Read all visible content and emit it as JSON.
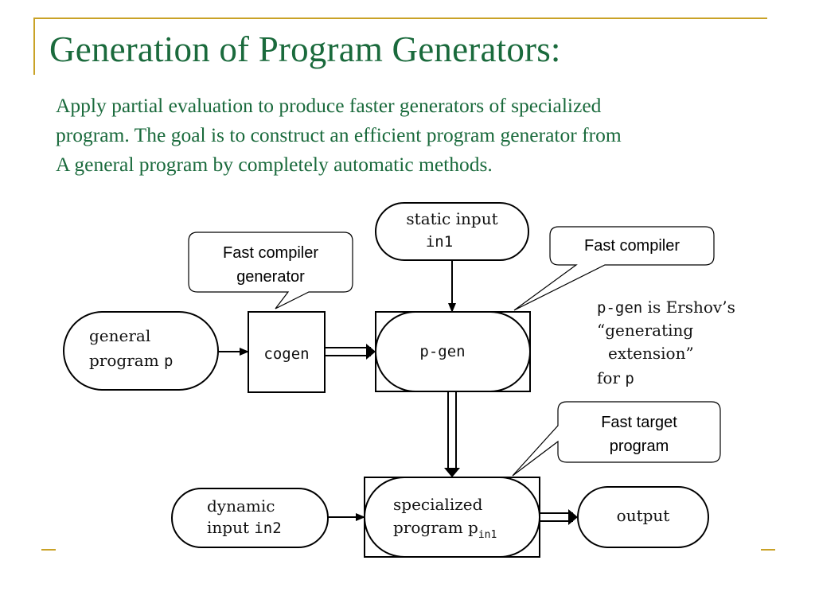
{
  "slide": {
    "title": "Generation of Program Generators:",
    "body_lines": [
      "Apply partial evaluation to produce faster generators of specialized",
      "program. The goal is to construct an efficient program generator from",
      "A general program by completely automatic methods."
    ]
  },
  "diagram": {
    "general_program": {
      "line1": "general",
      "line2_text": "program ",
      "line2_code": "p"
    },
    "cogen": "cogen",
    "static_input": {
      "line1": "static input",
      "line2": "in1"
    },
    "p_gen": "p-gen",
    "dynamic_input": {
      "line1": "dynamic",
      "line2_text": "input ",
      "line2_code": "in2"
    },
    "specialized": {
      "line1": "specialized",
      "line2_text": "program p",
      "line2_sub": "in1"
    },
    "output": "output",
    "note": {
      "line1_code": "p-gen",
      "line1_text": " is Ershov’s",
      "line2": "“generating",
      "line3": "extension”",
      "line4_text": "for ",
      "line4_code": "p"
    }
  },
  "callouts": {
    "compiler_generator": [
      "Fast compiler",
      "generator"
    ],
    "fast_compiler": "Fast compiler",
    "target_program": [
      "Fast target",
      "program"
    ]
  },
  "colors": {
    "title": "#1a6a3c",
    "accent_frame": "#c9a227"
  }
}
